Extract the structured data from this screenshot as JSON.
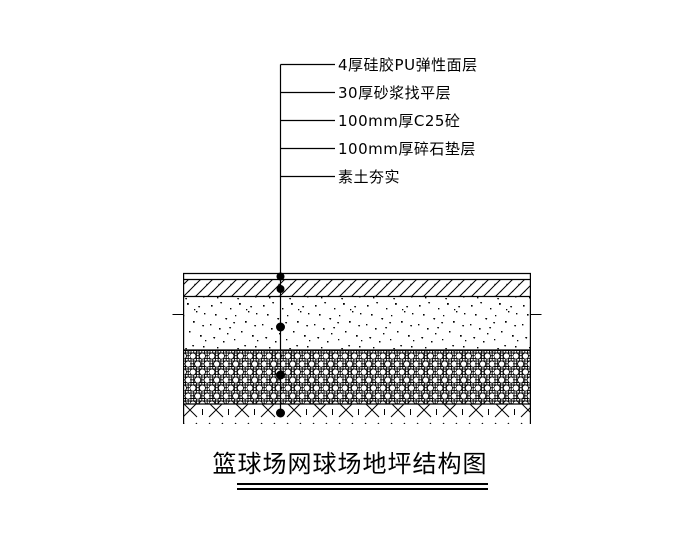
{
  "page": {
    "background_color": "#ffffff",
    "ink_color": "#000000"
  },
  "figure": {
    "kind": "construction-detail-cross-section",
    "title": "篮球场网球场地坪结构图",
    "callouts": [
      "4厚硅胶PU弹性面层",
      "30厚砂浆找平层",
      "100mm厚C25砼",
      "100mm厚碎石垫层",
      "素土夯实"
    ],
    "layers": [
      {
        "name": "silicone-pu-elastic-surface",
        "label": "4厚硅胶PU弹性面层",
        "hatch": "double-line-band"
      },
      {
        "name": "mortar-leveling-layer",
        "label": "30厚砂浆找平层",
        "hatch": "diagonal-hatch"
      },
      {
        "name": "c25-concrete-slab",
        "label": "100mm厚C25砼",
        "hatch": "stipple"
      },
      {
        "name": "crushed-stone-cushion",
        "label": "100mm厚碎石垫层",
        "hatch": "gravel-circles"
      },
      {
        "name": "compacted-plain-soil",
        "label": "素土夯实",
        "hatch": "earth-cross"
      }
    ]
  }
}
